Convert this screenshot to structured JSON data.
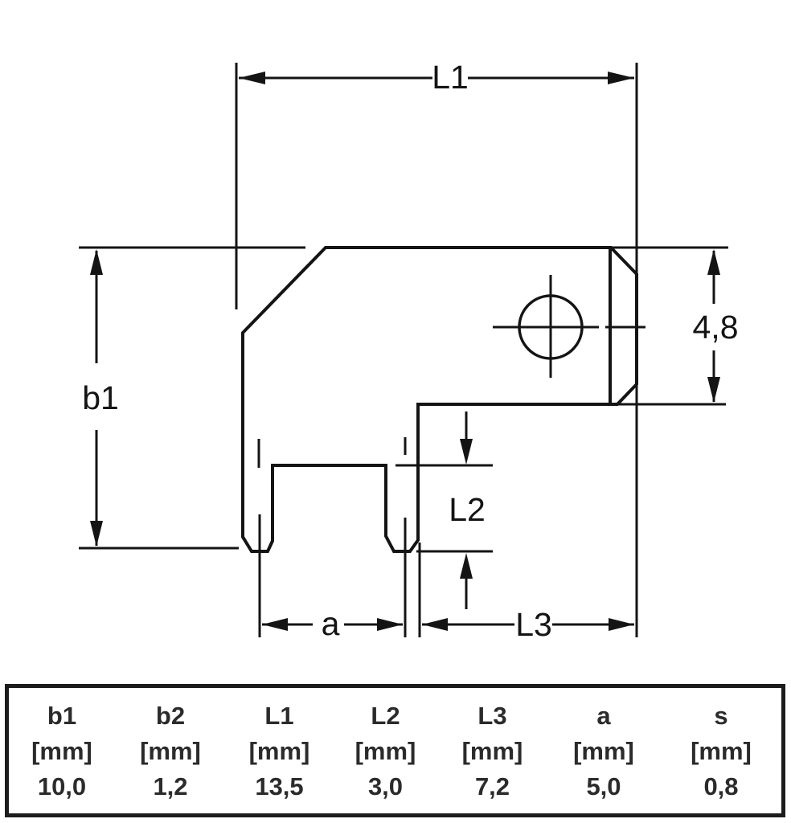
{
  "colors": {
    "ink": "#141414",
    "table_text": "#2b2b2b",
    "background": "#ffffff"
  },
  "drawing": {
    "dim_l1_label": "L1",
    "dim_b1_label": "b1",
    "dim_height_label": "4,8",
    "dim_l2_label": "L2",
    "dim_a_label": "a",
    "dim_l3_label": "L3"
  },
  "table": {
    "columns": [
      {
        "name": "b1",
        "unit": "[mm]",
        "value": "10,0"
      },
      {
        "name": "b2",
        "unit": "[mm]",
        "value": "1,2"
      },
      {
        "name": "L1",
        "unit": "[mm]",
        "value": "13,5"
      },
      {
        "name": "L2",
        "unit": "[mm]",
        "value": "3,0"
      },
      {
        "name": "L3",
        "unit": "[mm]",
        "value": "7,2"
      },
      {
        "name": "a",
        "unit": "[mm]",
        "value": "5,0"
      },
      {
        "name": "s",
        "unit": "[mm]",
        "value": "0,8"
      }
    ]
  }
}
